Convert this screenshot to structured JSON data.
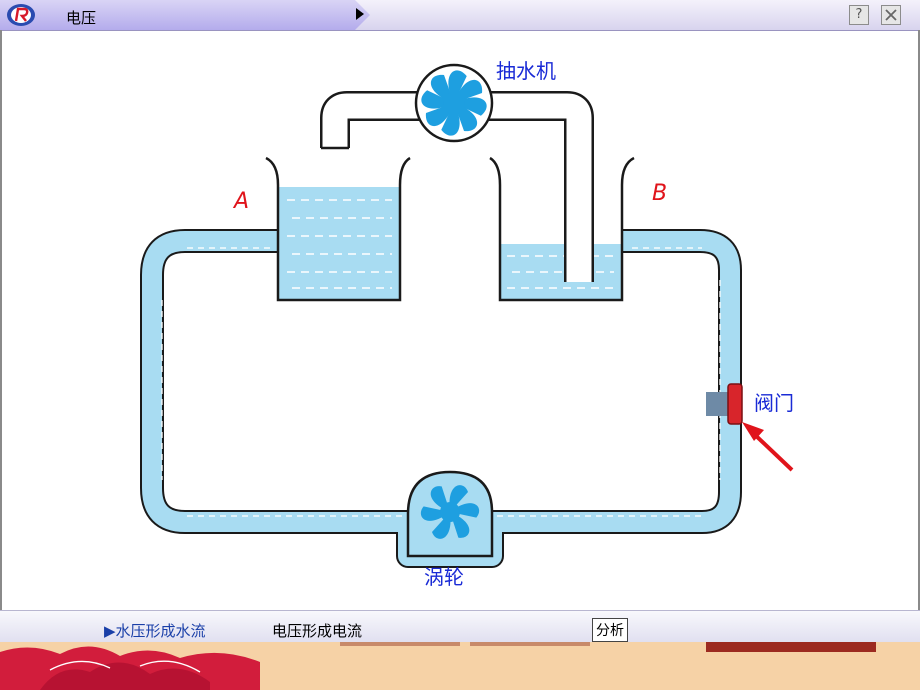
{
  "window": {
    "title": "电压",
    "help_button": "?",
    "close_button": "X"
  },
  "diagram": {
    "label_pump": "抽水机",
    "label_a": "A",
    "label_b": "B",
    "label_valve": "阀门",
    "label_turbine": "涡轮"
  },
  "bottom_nav": {
    "item1": "▶水压形成水流",
    "item2": "电压形成电流",
    "analyze_button": "分析"
  },
  "colors": {
    "water": "#a8dcf2",
    "pipe_outline": "#1a1a1a",
    "fan_blue": "#1e9fe0",
    "valve_red": "#d8252b",
    "arrow_red": "#e0141b",
    "label_blue": "#1a2bd6",
    "label_red": "#e0141b"
  }
}
